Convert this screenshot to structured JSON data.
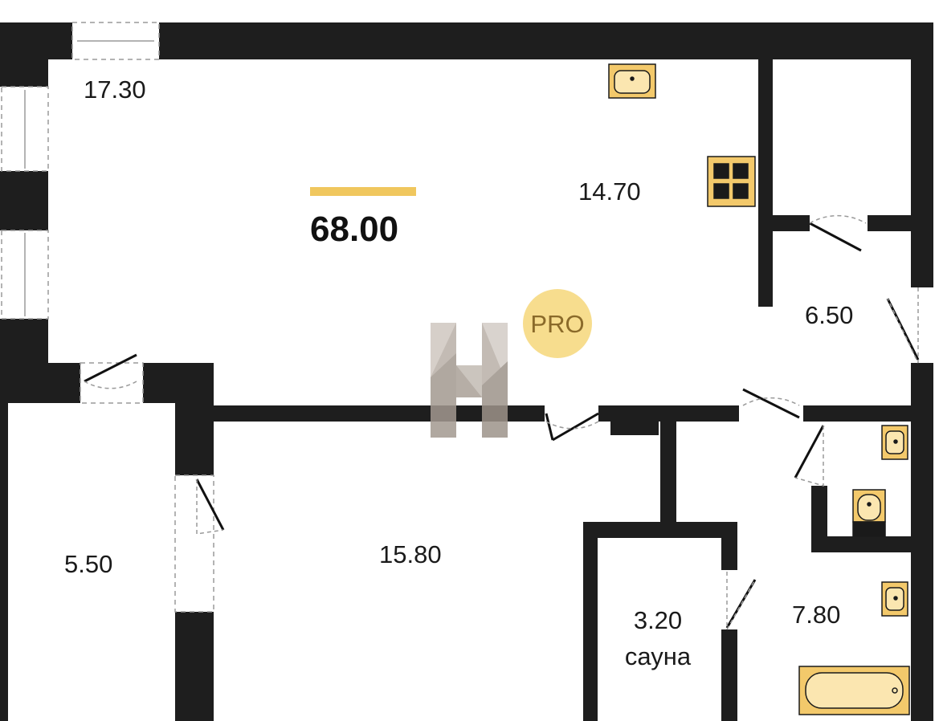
{
  "plan": {
    "total_area": "68.00",
    "rooms": [
      {
        "id": "living",
        "area": "17.30"
      },
      {
        "id": "kitchen",
        "area": "14.70"
      },
      {
        "id": "hall",
        "area": "6.50"
      },
      {
        "id": "balcony",
        "area": "5.50"
      },
      {
        "id": "bedroom",
        "area": "15.80"
      },
      {
        "id": "sauna",
        "area": "3.20",
        "name": "сауна"
      },
      {
        "id": "bathroom",
        "area": "7.80"
      }
    ],
    "badge": "PRO",
    "colors": {
      "wall": "#1e1e1e",
      "fixture": "#f3c96b",
      "accent": "#f0c75e",
      "badge_bg": "#f7dd8e",
      "watermark": "#a89e96"
    }
  }
}
